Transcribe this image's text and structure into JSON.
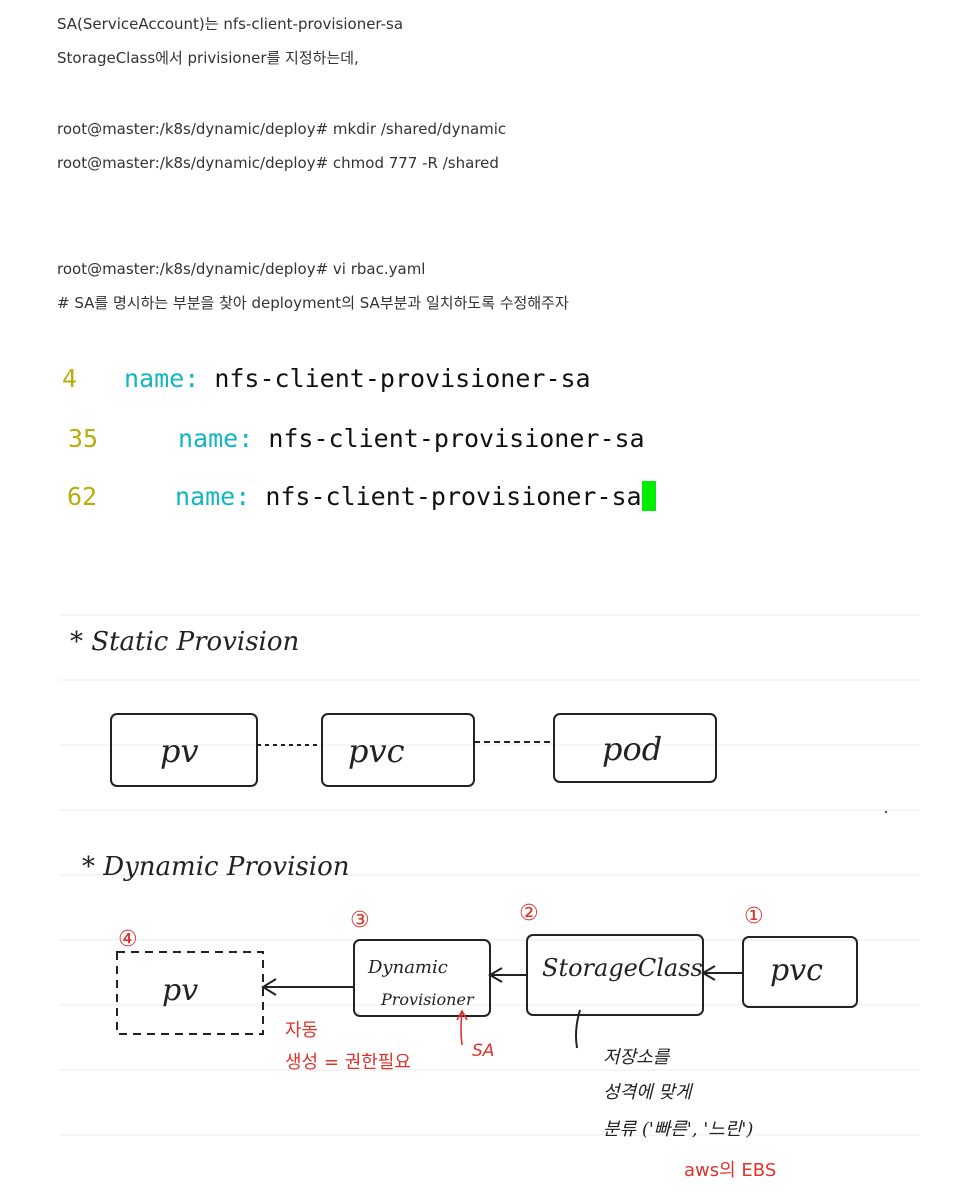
{
  "text": {
    "l1": "SA(ServiceAccount)는 nfs-client-provisioner-sa",
    "l2": "StorageClass에서 privisioner를 지정하는데,",
    "l3": "root@master:/k8s/dynamic/deploy# mkdir /shared/dynamic",
    "l4": "root@master:/k8s/dynamic/deploy# chmod 777 -R /shared",
    "l5": "root@master:/k8s/dynamic/deploy# vi rbac.yaml",
    "l6": "# SA를 명시하는 부분을 찾아 deployment의 SA부분과 일치하도록 수정해주자"
  },
  "editor": {
    "lines": [
      {
        "num": "4",
        "key": "name:",
        "value": "nfs-client-provisioner-sa"
      },
      {
        "num": "35",
        "key": "name:",
        "value": "nfs-client-provisioner-sa"
      },
      {
        "num": "62",
        "key": "name:",
        "value": "nfs-client-provisioner-sa"
      }
    ]
  },
  "sketch": {
    "static_title": "* Static Provision",
    "static_boxes": [
      "pv",
      "pvc",
      "pod"
    ],
    "dynamic_title": "* Dynamic Provision",
    "dynamic_nums": [
      "④",
      "③",
      "②",
      "①"
    ],
    "dynamic_boxes": [
      "pv",
      "Dynamic",
      "Provisioner",
      "StorageClass",
      "pvc"
    ],
    "note_auto_1": "자동",
    "note_auto_2": "생성 = 권한필요",
    "note_sa": "SA",
    "note_sc_1": "저장소를",
    "note_sc_2": "성격에 맞게",
    "note_sc_3": "분류 ('빠른', '느린')",
    "note_aws": "aws의 EBS"
  }
}
